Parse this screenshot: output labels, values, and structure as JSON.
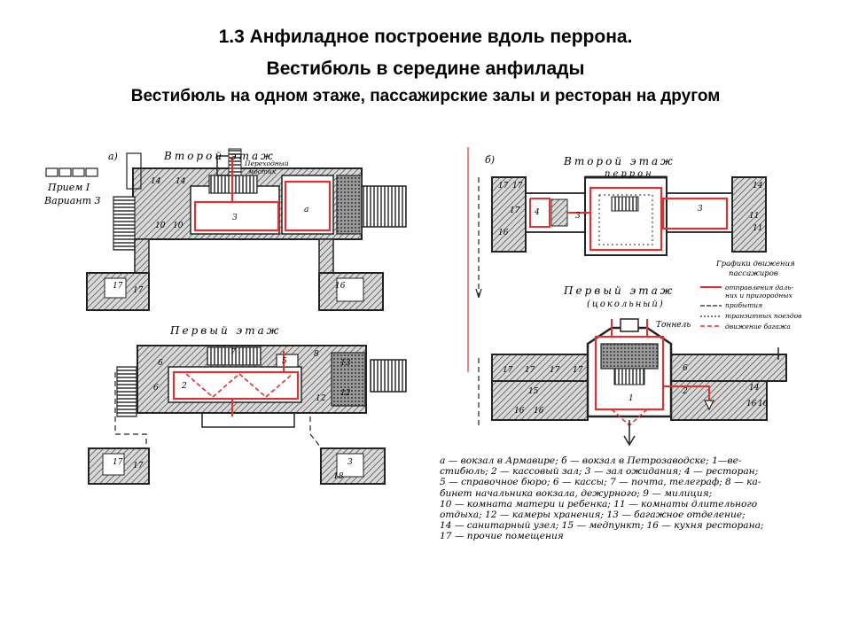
{
  "header": {
    "line1": "1.3 Анфиладное построение вдоль перрона.",
    "line2": "Вестибюль в середине анфилады",
    "line3": "Вестибюль на одном этаже, пассажирские залы и ресторан  на другом"
  },
  "plan_a": {
    "letter": "а)",
    "upper_floor": "Второй  этаж",
    "lower_floor": "Первый  этаж",
    "bridge_line1": "Переходный",
    "bridge_line2": "мостик",
    "variant_line1": "Прием I",
    "variant_line2": "Вариант 3",
    "room_labels": [
      "14",
      "14",
      "3",
      "а",
      "10",
      "10",
      "17",
      "17",
      "16",
      "17",
      "17",
      "7",
      "5",
      "6",
      "2",
      "6",
      "8",
      "13",
      "12",
      "12",
      "3",
      "18"
    ]
  },
  "plan_b": {
    "letter": "б)",
    "upper_floor": "Второй  этаж",
    "platform": "перрон",
    "lower_floor": "Первый  этаж",
    "lower_floor_note": "(цокольный)",
    "tunnel": "Тоннель",
    "room_labels": [
      "17",
      "17",
      "17",
      "16",
      "4",
      "3",
      "3",
      "14",
      "11",
      "11",
      "17",
      "17",
      "17",
      "17",
      "15",
      "16",
      "16",
      "6",
      "2",
      "14",
      "16",
      "16",
      "1"
    ]
  },
  "flow_legend": {
    "title_line1": "Графики движения",
    "title_line2": "пассажиров",
    "items": [
      {
        "text": "отправления даль-"
      },
      {
        "text": "них и пригородных"
      },
      {
        "text": "прибытия"
      },
      {
        "text": "транзитных поездов"
      },
      {
        "text": "движение багажа"
      }
    ]
  },
  "caption": {
    "lines": [
      "а — вокзал в Армавире; б — вокзал в Петрозаводске; 1—ве-",
      "стибюль; 2 — кассовый зал; 3 — зал ожидания; 4 — ресторан;",
      "5 — справочное бюро; 6 — кассы; 7 — почта, телеграф; 8 — ка-",
      "бинет начальника вокзала, дежурного; 9 — милиция;",
      "10 — комната матери и ребенка; 11 — комнаты длительного",
      "отдыха; 12 — камеры хранения; 13 — багажное отделение;",
      "14 — санитарный узел; 15 — медпункт; 16 — кухня ресторана;",
      "17 — прочие помещения"
    ]
  },
  "colors": {
    "ink": "#222222",
    "hatch": "#6a6a6a",
    "flow": "#e03030"
  }
}
